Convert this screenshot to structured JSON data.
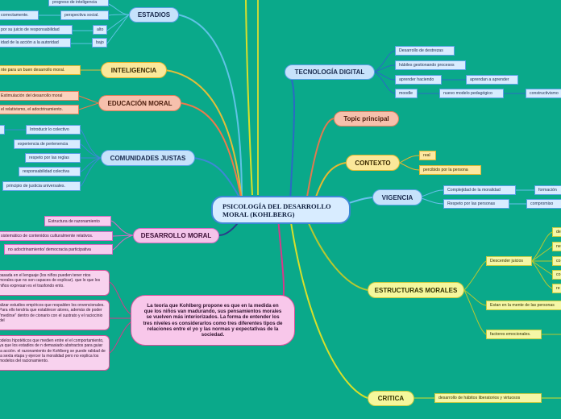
{
  "central": {
    "line1": "PSICOLOGÍA DEL DESARROLLO",
    "line2": "MORAL (KOHLBERG)"
  },
  "estadios": {
    "label": "ESTADIOS",
    "items": [
      "progreso de inteligencia",
      "perspectiva social.",
      "correctamente.",
      "alto",
      "por su juicio de responsabilidad",
      "bajo",
      "idad de la acción a la autoridad"
    ]
  },
  "inteligencia": {
    "label": "INTELIGENCIA",
    "items": [
      "nte para un buen desarrollo moral."
    ]
  },
  "educacion_moral": {
    "label": "EDUCACIÓN MORAL",
    "items": [
      "Estimulación del desarrollo moral",
      "el relativismo, el adoctrinamiento."
    ]
  },
  "comunidades_justas": {
    "label": "COMUNIDADES JUSTAS",
    "items": [
      "Introducir lo colectivo",
      "experiencia de pertenencia",
      "respeto por las reglas",
      "responsabilidad colectiva",
      "principio de justicia universales."
    ]
  },
  "desarrollo_moral": {
    "label": "DESARROLLO MORAL",
    "items": [
      "Estructura de razonamiento",
      "sistemático de contenidos culturalmente relativos.",
      "no adoctrinamiento/ democracia participativa"
    ]
  },
  "note": {
    "text": "La teoría que Kohlberg propone es que en la medida en que los niños van madurando, sus pensamientos morales se vuelven más interiorizados. La forma de entender los tres niveles es considerarlos como tres diferentes tipos de relaciones entre el yo y las normas y expectativas de la sociedad."
  },
  "paragraphs": [
    "basada en el lenguaje (los niños pueden tener ntos morales que no son capaces de explicar). que lo que los niños expresan es el trasfondo ento.",
    "alizar estudios empíricos que respalden los onvencionales. Para ello tendría que establecer alores, además de poder \"medirse\" dentro de cionario con el sustrato y el raciocinio del",
    "odelos hipotéticos que medien entre el el comportamiento, ya que los estadios de n demasiado abstractos para guiar la acción. el razonamiento de Kohlberg se puede ralidad de la sexta etapa y ejercer la moralidad pero no explica los modelos del racionamiento."
  ],
  "tecnologia_digital": {
    "label": "TECNOLOGÍA DIGITAL",
    "items": [
      "Desarrollo de destrezas",
      "hábiles gestionando procesos",
      "aprender haciendo",
      "aprendan a aprender",
      "moodle",
      "nuevo modelo pedagógico",
      "constructivismo"
    ]
  },
  "topic_principal": {
    "label": "Topic principal"
  },
  "contexto": {
    "label": "CONTEXTO",
    "items": [
      "real",
      "percibido por la persona"
    ]
  },
  "vigencia": {
    "label": "VIGENCIA",
    "items": [
      "Complejidad de la moralidad",
      "formación",
      "Respeto por las personas",
      "compromiso"
    ]
  },
  "estructuras_morales": {
    "label": "ESTRUCTURAS MORALES",
    "items": [
      "Descender juicios",
      "de",
      "ne",
      "co",
      "co",
      "re",
      "Estan en la mente de las personas",
      "factores emocionales."
    ]
  },
  "critica": {
    "label": "CRITICA",
    "items": [
      "desarrollo de hábitos liberatorios y virtuosos"
    ]
  },
  "colors": {
    "background": "#0aa98a",
    "central_border": "#3d88d6",
    "note_border": "#d8509a"
  }
}
